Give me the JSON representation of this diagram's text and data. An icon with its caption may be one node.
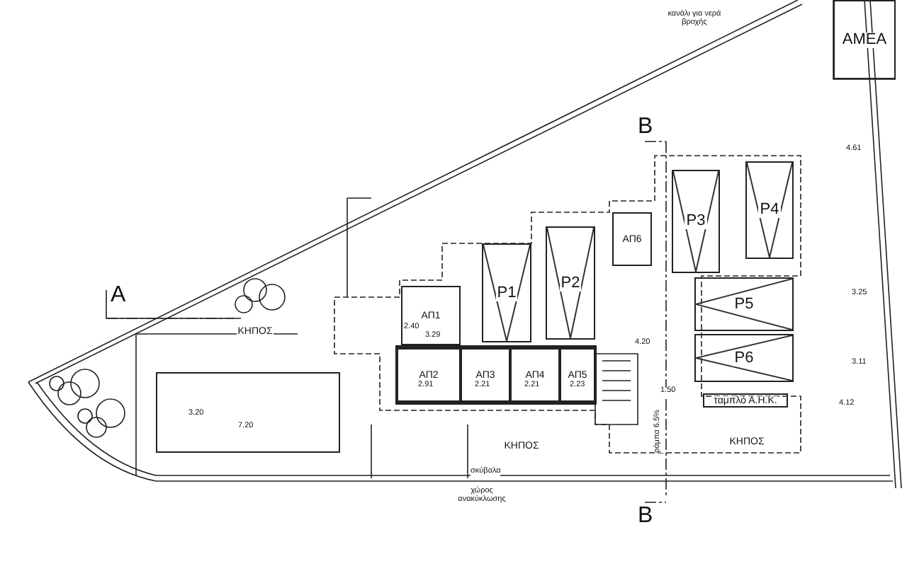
{
  "diagram": {
    "nodes": [
      {
        "text": [
          "ΑΜΕΑ"
        ]
      },
      {
        "text": [
          "P3"
        ]
      },
      {
        "text": [
          "P4"
        ]
      },
      {
        "text": [
          "P2"
        ]
      },
      {
        "text": [
          "P1"
        ]
      },
      {
        "text": [
          "ΑΠ6"
        ]
      },
      {
        "text": [
          "ΑΠ1"
        ]
      },
      {
        "text": [
          "P5"
        ]
      },
      {
        "text": [
          "P6"
        ]
      },
      {
        "text": [
          "ΚΗΠΟΣ"
        ]
      },
      {
        "text": [
          "ΑΠ2"
        ]
      },
      {
        "text": [
          "ΑΠ3"
        ]
      },
      {
        "text": [
          "ΑΠ4"
        ]
      },
      {
        "text": [
          "ΑΠ5"
        ]
      },
      {
        "text": [
          "ταμπλό Α.Η.Κ."
        ]
      },
      {
        "text": [],
        "shape": "box"
      },
      {
        "text": [
          "ΚΗΠΟΣ"
        ]
      },
      {
        "text": [
          "ΚΗΠΟΣ"
        ]
      }
    ],
    "labels": [
      "κανάλι για νερά βροχής",
      "B",
      "4.61",
      "A",
      "3.25",
      "3.29",
      "2.40",
      "4.20",
      "3.11",
      "2.91",
      "2.21",
      "2.21",
      "2.23",
      "1.50",
      "4.12",
      "3.20",
      "7.20",
      "ράμπα 6.5%",
      "σκύβαλα",
      "χώρος ανακύκλωσης",
      "B"
    ]
  }
}
